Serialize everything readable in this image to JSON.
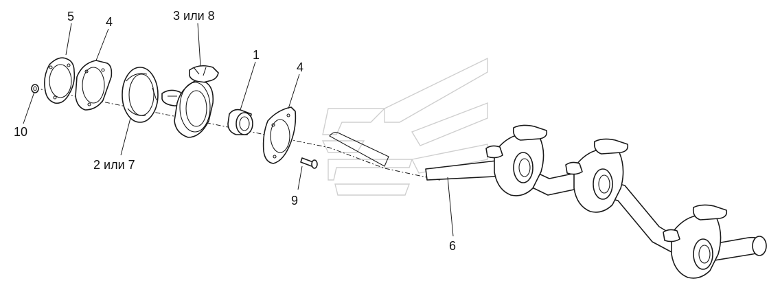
{
  "callouts": [
    {
      "id": "c1",
      "text": "1"
    },
    {
      "id": "c2",
      "text": "2 или 7"
    },
    {
      "id": "c3",
      "text": "3 или 8"
    },
    {
      "id": "c4a",
      "text": "4"
    },
    {
      "id": "c4b",
      "text": "4"
    },
    {
      "id": "c5",
      "text": "5"
    },
    {
      "id": "c6",
      "text": "6"
    },
    {
      "id": "c9",
      "text": "9"
    },
    {
      "id": "c10",
      "text": "10"
    }
  ],
  "colors": {
    "line": "#1a1a1a",
    "watermark": "#cfcfcf",
    "background": "#ffffff"
  }
}
